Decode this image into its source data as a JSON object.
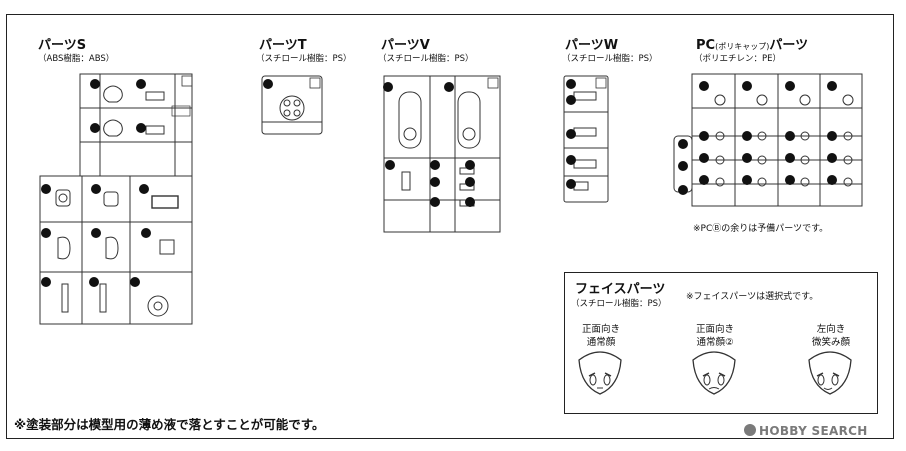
{
  "parts": {
    "s": {
      "title": "パーツS",
      "material": "（ABS樹脂：ABS）",
      "letter": "S"
    },
    "t": {
      "title": "パーツT",
      "material": "（スチロール樹脂：PS）",
      "letter": "T"
    },
    "v": {
      "title": "パーツV",
      "material": "（スチロール樹脂：PS）",
      "letter": "V"
    },
    "w": {
      "title": "パーツW",
      "material": "（スチロール樹脂：PS）",
      "letter": "W"
    },
    "pc": {
      "title_main": "PC",
      "title_paren": "(ポリキャップ)",
      "title_tail": "パーツ",
      "material": "（ポリエチレン：PE）",
      "letter": "PC",
      "note": "※PCⒷの余りは予備パーツです。"
    }
  },
  "face": {
    "title": "フェイスパーツ",
    "material": "（スチロール樹脂：PS）",
    "note": "※フェイスパーツは選択式です。",
    "items": [
      {
        "line1": "正面向き",
        "line2": "通常顔"
      },
      {
        "line1": "正面向き",
        "line2": "通常顔②"
      },
      {
        "line1": "左向き",
        "line2": "微笑み顔"
      }
    ]
  },
  "bottom_note": "※塗装部分は模型用の薄め液で落とすことが可能です。",
  "watermark": {
    "text": "HOBBY SEARCH",
    "icon": "hobbysearch-logo-icon"
  }
}
